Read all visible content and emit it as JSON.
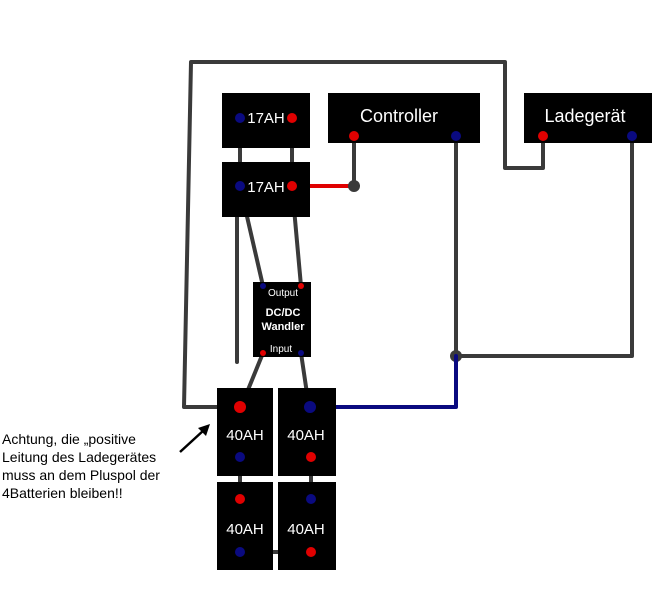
{
  "components": {
    "battery_17ah_top": "17AH",
    "battery_17ah_bottom": "17AH",
    "controller": "Controller",
    "charger": "Ladegerät",
    "dcdc": {
      "output": "Output",
      "line1": "DC/DC",
      "line2": "Wandler",
      "input": "Input"
    },
    "battery_40ah": [
      "40AH",
      "40AH",
      "40AH",
      "40AH"
    ]
  },
  "note": {
    "lines": [
      "Achtung, die „positive",
      "Leitung des Ladegerätes",
      "muss an dem Pluspol der",
      "4Batterien bleiben!!"
    ]
  },
  "colors": {
    "positive": "#e00000",
    "negative": "#0a0a80",
    "wire": "#3a3a3a"
  }
}
